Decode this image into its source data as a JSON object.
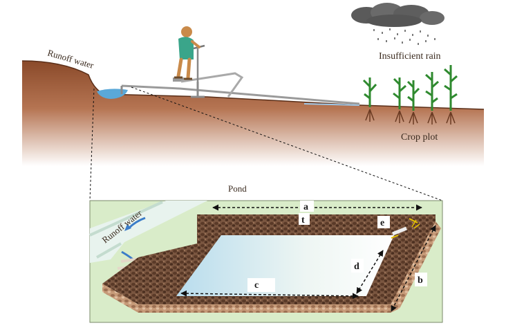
{
  "labels": {
    "runoff_top": "Runoff water",
    "insufficient_rain": "Insufficient rain",
    "crop_plot": "Crop plot",
    "pond": "Pond",
    "runoff_inset": "Runoff water"
  },
  "dimensions": {
    "a": "a",
    "t": "t",
    "e": "e",
    "d": "d",
    "c": "c",
    "b": "b"
  },
  "colors": {
    "soil_dark": "#8a4a2a",
    "soil_light": "#e9c9b0",
    "water": "#bfe2f2",
    "plant": "#2f8a2f",
    "inset_bg": "#d9ecc9",
    "stone": "#6b4a36",
    "farmer_shirt": "#3aa58a",
    "farmer_skin": "#c98a4a"
  }
}
